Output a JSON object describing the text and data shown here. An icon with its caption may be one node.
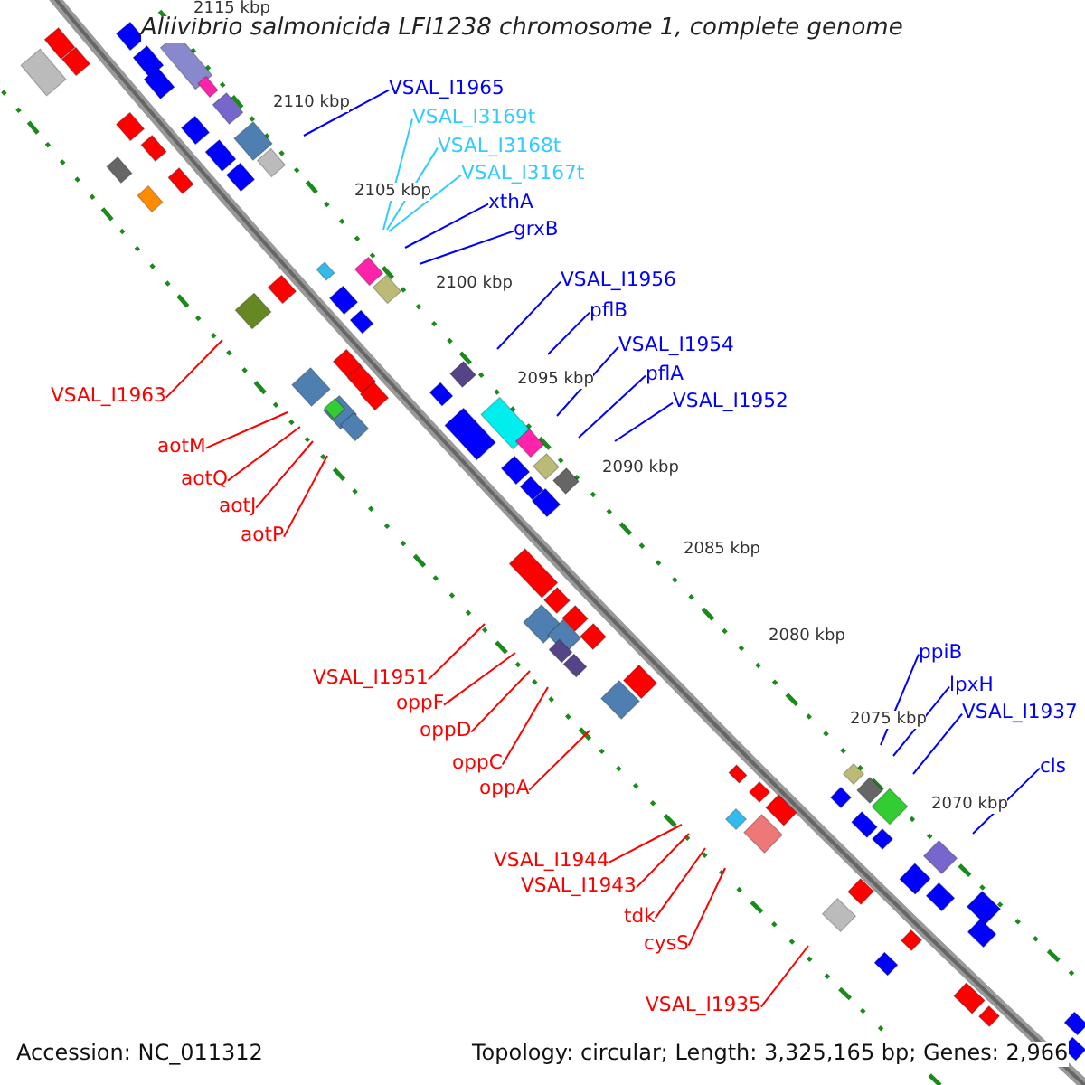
{
  "diagram": {
    "title": "Aliivibrio salmonicida LFI1238 chromosome 1, complete genome",
    "nodes": [
      {
        "text": [
          "VSAL_I1965"
        ]
      },
      {
        "text": [
          "VSAL_I3169t"
        ]
      },
      {
        "text": [
          "VSAL_I3168t"
        ]
      },
      {
        "text": [
          "VSAL_I3167t"
        ]
      },
      {
        "text": [
          "xthA"
        ]
      },
      {
        "text": [
          "grxB"
        ]
      },
      {
        "text": [
          "VSAL_I1956"
        ]
      },
      {
        "text": [
          "pflB"
        ]
      },
      {
        "text": [
          "VSAL_I1954"
        ]
      },
      {
        "text": [
          "pflA"
        ]
      },
      {
        "text": [
          "VSAL_I1963"
        ]
      },
      {
        "text": [
          "VSAL_I1952"
        ]
      },
      {
        "text": [
          "aotM"
        ]
      },
      {
        "text": [
          "aotQ"
        ]
      },
      {
        "text": [
          "aotJ"
        ]
      },
      {
        "text": [
          "aotP"
        ]
      },
      {
        "text": [
          "ppiB"
        ]
      },
      {
        "text": [
          "VSAL_I1951"
        ]
      },
      {
        "text": [
          "lpxH"
        ]
      },
      {
        "text": [
          "oppF"
        ]
      },
      {
        "text": [
          "VSAL_I1937"
        ]
      },
      {
        "text": [
          "oppD"
        ]
      },
      {
        "text": [
          "oppC"
        ]
      },
      {
        "text": [
          "cls"
        ]
      },
      {
        "text": [
          "oppA"
        ]
      },
      {
        "text": [
          "VSAL_I1944"
        ]
      },
      {
        "text": [
          "VSAL_I1943"
        ]
      },
      {
        "text": [
          "tdk"
        ]
      },
      {
        "text": [
          "cysS"
        ]
      },
      {
        "text": [
          "VSAL_I1935"
        ]
      }
    ],
    "edges": [
      {
        "from": 0,
        "to": null,
        "arrow": "none",
        "color": "#0000ff"
      },
      {
        "from": 1,
        "to": null,
        "arrow": "none",
        "color": "#33ccff"
      },
      {
        "from": 2,
        "to": null,
        "arrow": "none",
        "color": "#33ccff"
      },
      {
        "from": 3,
        "to": null,
        "arrow": "none",
        "color": "#33ccff"
      },
      {
        "from": 4,
        "to": null,
        "arrow": "none",
        "color": "#0000ff"
      },
      {
        "from": 5,
        "to": null,
        "arrow": "none",
        "color": "#0000ff"
      },
      {
        "from": 6,
        "to": null,
        "arrow": "none",
        "color": "#0000ff"
      },
      {
        "from": 7,
        "to": null,
        "arrow": "none",
        "color": "#0000ff"
      },
      {
        "from": 8,
        "to": null,
        "arrow": "none",
        "color": "#0000ff"
      },
      {
        "from": 9,
        "to": null,
        "arrow": "none",
        "color": "#0000ff"
      },
      {
        "from": 10,
        "to": null,
        "arrow": "none",
        "color": "#ff0000"
      },
      {
        "from": 11,
        "to": null,
        "arrow": "none",
        "color": "#0000ff"
      },
      {
        "from": 12,
        "to": null,
        "arrow": "none",
        "color": "#ff0000"
      },
      {
        "from": 13,
        "to": null,
        "arrow": "none",
        "color": "#ff0000"
      },
      {
        "from": 14,
        "to": null,
        "arrow": "none",
        "color": "#ff0000"
      },
      {
        "from": 15,
        "to": null,
        "arrow": "none",
        "color": "#ff0000"
      },
      {
        "from": 16,
        "to": null,
        "arrow": "none",
        "color": "#0000ff"
      },
      {
        "from": 17,
        "to": null,
        "arrow": "none",
        "color": "#ff0000"
      },
      {
        "from": 18,
        "to": null,
        "arrow": "none",
        "color": "#0000ff"
      },
      {
        "from": 19,
        "to": null,
        "arrow": "none",
        "color": "#ff0000"
      },
      {
        "from": 20,
        "to": null,
        "arrow": "none",
        "color": "#0000ff"
      },
      {
        "from": 21,
        "to": null,
        "arrow": "none",
        "color": "#ff0000"
      },
      {
        "from": 22,
        "to": null,
        "arrow": "none",
        "color": "#ff0000"
      },
      {
        "from": 23,
        "to": null,
        "arrow": "none",
        "color": "#0000ff"
      },
      {
        "from": 24,
        "to": null,
        "arrow": "none",
        "color": "#ff0000"
      },
      {
        "from": 25,
        "to": null,
        "arrow": "none",
        "color": "#ff0000"
      },
      {
        "from": 26,
        "to": null,
        "arrow": "none",
        "color": "#ff0000"
      },
      {
        "from": 27,
        "to": null,
        "arrow": "none",
        "color": "#ff0000"
      },
      {
        "from": 28,
        "to": null,
        "arrow": "none",
        "color": "#ff0000"
      },
      {
        "from": 29,
        "to": null,
        "arrow": "none",
        "color": "#ff0000"
      }
    ],
    "labels": [
      "2115 kbp",
      "2110 kbp",
      "2105 kbp",
      "2100 kbp",
      "2095 kbp",
      "2090 kbp",
      "2085 kbp",
      "2080 kbp",
      "2075 kbp",
      "2070 kbp",
      "Accession: NC_011312",
      "Topology: circular; Length: 3,325,165 bp; Genes: 2,966"
    ]
  }
}
